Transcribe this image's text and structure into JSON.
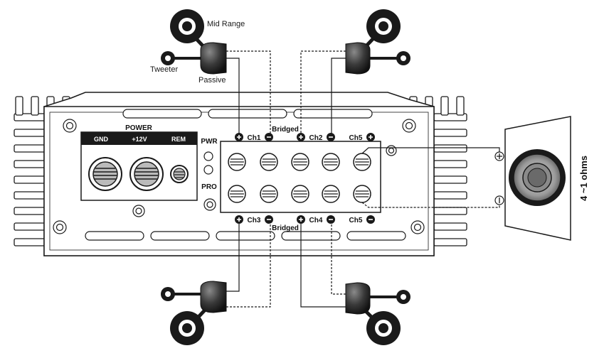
{
  "labels": {
    "mid_range": "Mid Range",
    "tweeter": "Tweeter",
    "passive": "Passive",
    "power": "POWER",
    "gnd": "GND",
    "plus12v": "+12V",
    "rem": "REM",
    "pwr": "PWR",
    "pro": "PRO",
    "bridged_top": "Bridged",
    "bridged_bottom": "Bridged",
    "ch1": "Ch1",
    "ch2": "Ch2",
    "ch3": "Ch3",
    "ch4": "Ch4",
    "ch5_top": "Ch5",
    "ch5_bottom": "Ch5",
    "ohms": "4 ~1 ohms"
  },
  "colors": {
    "line": "#1a1a1a",
    "fill_dark": "#1a1a1a",
    "crossover": "#2a2a2a"
  }
}
